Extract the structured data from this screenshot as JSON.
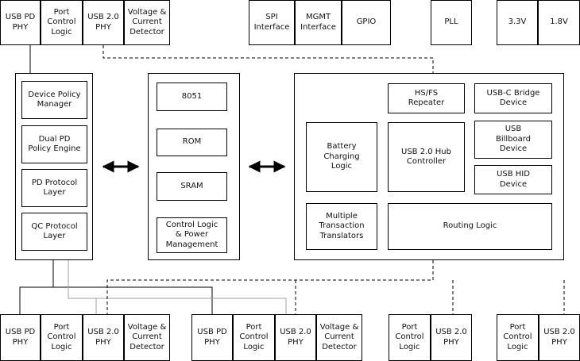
{
  "top_blocks": {
    "usb_pd_phy": "USB PD\nPHY",
    "port_control_logic": "Port\nControl\nLogic",
    "usb20_phy": "USB 2.0\nPHY",
    "voltage_current_detector": "Voltage &\nCurrent\nDetector",
    "spi_interface": "SPI\nInterface",
    "mgmt_interface": "MGMT\nInterface",
    "gpio": "GPIO",
    "pll": "PLL",
    "v33": "3.3V",
    "v18": "1.8V"
  },
  "pd_stack": {
    "device_policy_manager": "Device Policy\nManager",
    "dual_pd_policy_engine": "Dual PD\nPolicy Engine",
    "pd_protocol_layer": "PD Protocol\nLayer",
    "qc_protocol_layer": "QC Protocol\nLayer"
  },
  "mcu": {
    "cpu_8051": "8051",
    "rom": "ROM",
    "sram": "SRAM",
    "control_logic_power": "Control Logic\n& Power\nManagement"
  },
  "hub": {
    "hs_fs_repeater": "HS/FS\nRepeater",
    "usb_c_bridge_device": "USB-C Bridge\nDevice",
    "usb_billboard_device": "USB\nBillboard\nDevice",
    "usb_hid_device": "USB HID\nDevice",
    "battery_charging_logic": "Battery\nCharging\nLogic",
    "usb20_hub_controller": "USB 2.0 Hub\nController",
    "multiple_tt": "Multiple\nTransaction\nTranslators",
    "routing_logic": "Routing Logic"
  },
  "bottom_port_1": {
    "usb_pd_phy": "USB PD\nPHY",
    "port_control_logic": "Port\nControl\nLogic",
    "usb20_phy": "USB 2.0\nPHY",
    "voltage_current_detector": "Voltage &\nCurrent\nDetector"
  },
  "bottom_port_2": {
    "usb_pd_phy": "USB PD\nPHY",
    "port_control_logic": "Port\nControl\nLogic",
    "usb20_phy": "USB 2.0\nPHY",
    "voltage_current_detector": "Voltage &\nCurrent\nDetector"
  },
  "bottom_port_3": {
    "port_control_logic": "Port\nControl\nLogic",
    "usb20_phy": "USB 2.0\nPHY"
  },
  "bottom_port_4": {
    "port_control_logic": "Port\nControl\nLogic",
    "usb20_phy": "USB 2.0\nPHY"
  },
  "colors": {
    "line": "#000000",
    "gray_bus": "#a0a0a0"
  }
}
